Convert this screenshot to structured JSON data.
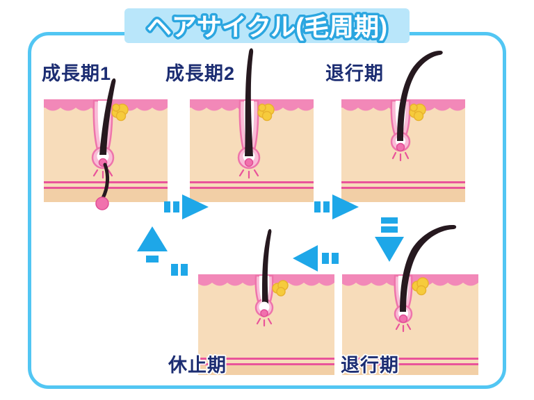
{
  "title": "ヘアサイクル(毛周期)",
  "panels": [
    {
      "id": "anagen-1",
      "label": "成長期1"
    },
    {
      "id": "anagen-2",
      "label": "成長期2"
    },
    {
      "id": "catagen-top",
      "label": "退行期"
    },
    {
      "id": "telogen",
      "label": "休止期"
    },
    {
      "id": "catagen-bottom",
      "label": "退行期"
    }
  ],
  "colors": {
    "frame_blue": "#52c6f3",
    "title_bg": "#b9e6fa",
    "title_outline": "#2ba6e0",
    "label_navy": "#1c2d72",
    "arrow_blue": "#1ea7e8",
    "skin_pink": "#f288b8",
    "skin_peach": "#f7dcba",
    "skin_peach_dark": "#f2cfa6",
    "line_pink": "#e9549a",
    "follicle_fill": "#f9bcd6",
    "follicle_stroke": "#ee74ab",
    "papilla_pink": "#f171ad",
    "papilla_stroke": "#e04e95",
    "gland_yellow": "#f6cb3c",
    "gland_stroke": "#e8b22e",
    "hair_black": "#26191f"
  },
  "icons": {
    "arrow_right": "dashed-tail right arrow",
    "arrow_down": "dashed-tail down arrow",
    "arrow_left": "dashed-tail left arrow",
    "arrow_up_bent": "dashed-tail bent up arrow"
  }
}
